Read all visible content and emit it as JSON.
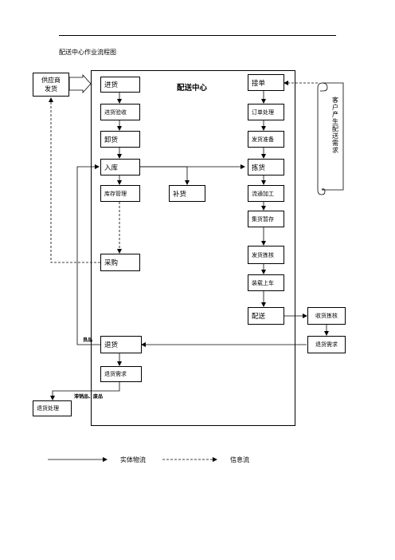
{
  "page": {
    "title": "配送中心作业流程图"
  },
  "center_label": "配送中心",
  "supplier": {
    "line1": "供应商",
    "line2": "发货"
  },
  "customer_scroll": "客户产生配送需求",
  "nodes": {
    "purchase_in": "进货",
    "inspection": "进货验收",
    "unloading": "卸货",
    "warehousing": "入库",
    "inventory": "库存管理",
    "replenish": "补货",
    "procurement": "采购",
    "order_receive": "接单",
    "order_process": "订单处理",
    "ship_prep": "发货准备",
    "picking": "拣货",
    "processing": "流通加工",
    "staging": "集货暂存",
    "ship_check": "发货拣核",
    "loading": "装载上车",
    "delivery": "配送",
    "receipt_check": "收货拣核",
    "return_demand_cust": "退货需求",
    "returns": "退货",
    "return_demand": "退货需求",
    "return_handling": "退货处理"
  },
  "edge_labels": {
    "good": "良品",
    "bad": "滞销品、废品"
  },
  "legend": {
    "solid": "实体物流",
    "dashed": "信息流"
  }
}
